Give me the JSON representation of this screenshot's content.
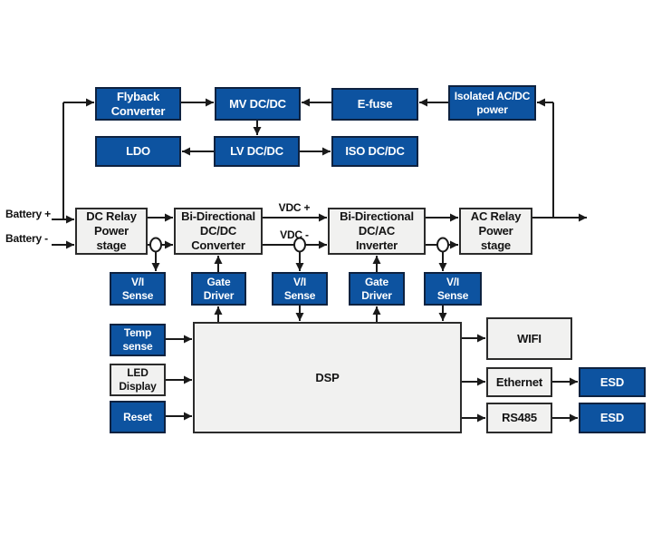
{
  "diagram": {
    "colors": {
      "block_blue": "#0d53a0",
      "blue_border": "#0e2240",
      "block_gray": "#f1f1f0",
      "gray_border": "#2b2b2b",
      "wire": "#1a1a1a"
    },
    "aux_power_row": {
      "flyback": "Flyback\nConverter",
      "mv_dcdc": "MV DC/DC",
      "efuse": "E-fuse",
      "isolated_acdc": "Isolated AC/DC\npower",
      "ldo": "LDO",
      "lv_dcdc": "LV DC/DC",
      "iso_dcdc": "ISO DC/DC"
    },
    "power_path": {
      "dc_relay": "DC Relay\nPower\nstage",
      "dcdc_converter": "Bi-Directional\nDC/DC\nConverter",
      "dcac_inverter": "Bi-Directional\nDC/AC\nInverter",
      "ac_relay": "AC Relay\nPower\nstage"
    },
    "edge_labels": {
      "battery_plus": "Battery +",
      "battery_minus": "Battery -",
      "vdc_plus": "VDC +",
      "vdc_minus": "VDC -"
    },
    "sense_row": {
      "vi_sense_1": "V/I\nSense",
      "gate_driver_1": "Gate\nDriver",
      "vi_sense_2": "V/I\nSense",
      "gate_driver_2": "Gate\nDriver",
      "vi_sense_3": "V/I\nSense"
    },
    "control": {
      "temp_sense": "Temp\nsense",
      "led_display": "LED\nDisplay",
      "reset": "Reset",
      "dsp": "DSP"
    },
    "interfaces": {
      "wifi": "WIFI",
      "ethernet": "Ethernet",
      "rs485": "RS485",
      "esd_1": "ESD",
      "esd_2": "ESD"
    }
  }
}
